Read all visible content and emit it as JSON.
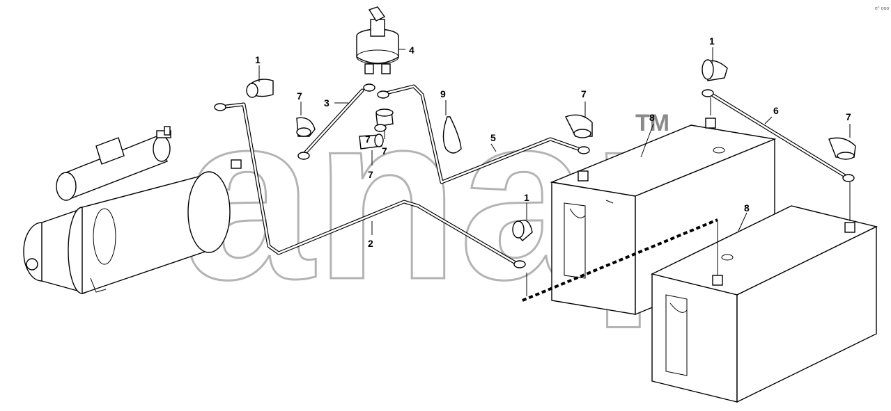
{
  "watermark": {
    "text": "anap",
    "tm": "TM"
  },
  "corner_mark": "e° ooo",
  "callouts": [
    {
      "id": "c1a",
      "label": "1"
    },
    {
      "id": "c1b",
      "label": "1"
    },
    {
      "id": "c1c",
      "label": "1"
    },
    {
      "id": "c2",
      "label": "2"
    },
    {
      "id": "c3",
      "label": "3"
    },
    {
      "id": "c4",
      "label": "4"
    },
    {
      "id": "c5",
      "label": "5"
    },
    {
      "id": "c6",
      "label": "6"
    },
    {
      "id": "c7a",
      "label": "7"
    },
    {
      "id": "c7b",
      "label": "7"
    },
    {
      "id": "c7c",
      "label": "7"
    },
    {
      "id": "c7d",
      "label": "7"
    },
    {
      "id": "c7e",
      "label": "7"
    },
    {
      "id": "c7f",
      "label": "7"
    },
    {
      "id": "c8a",
      "label": "8"
    },
    {
      "id": "c8b",
      "label": "8"
    },
    {
      "id": "c9",
      "label": "9"
    }
  ]
}
